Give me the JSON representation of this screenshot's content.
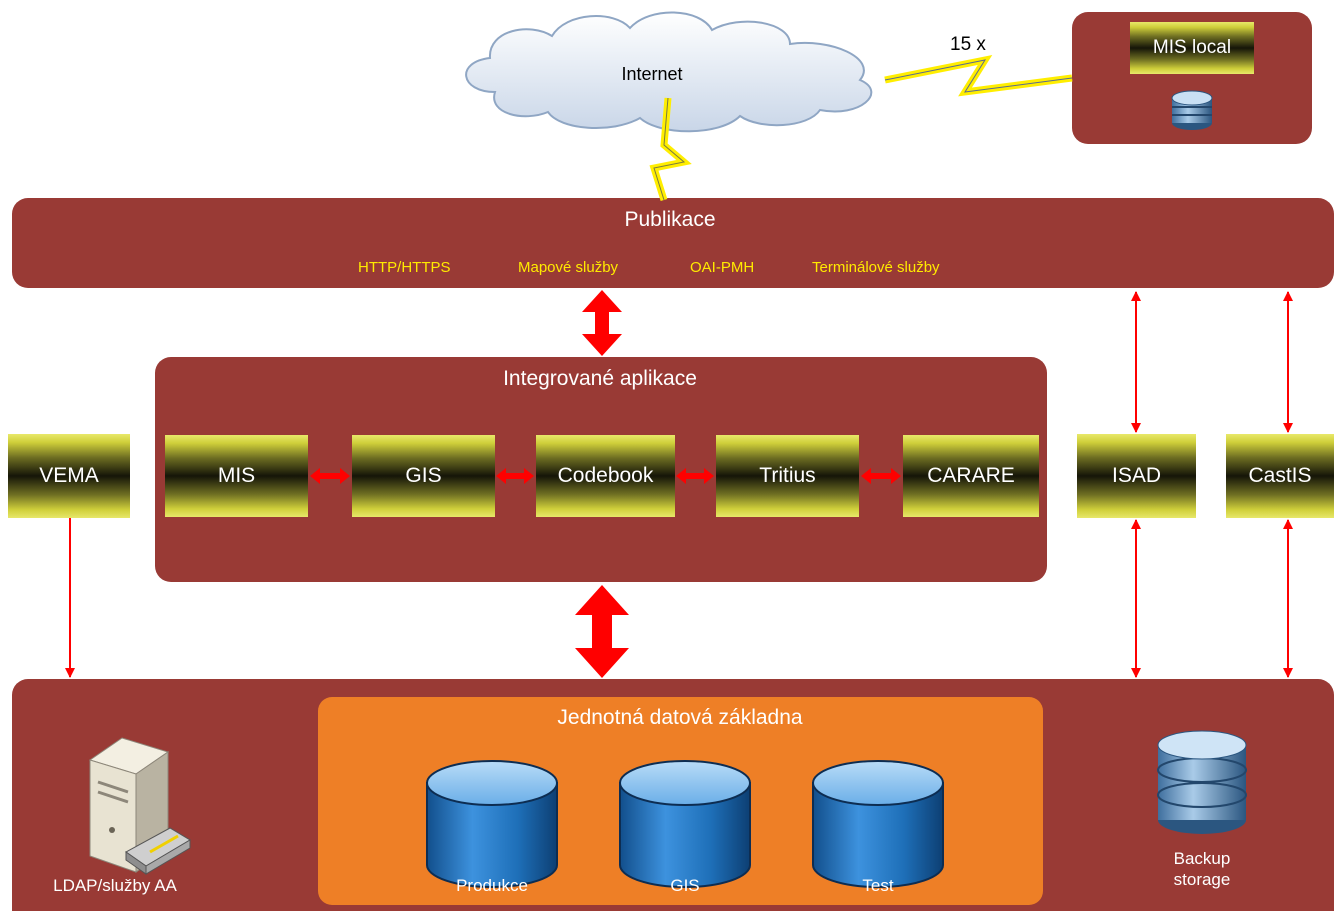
{
  "internet": {
    "label": "Internet"
  },
  "remote": {
    "multiplier": "15 x",
    "mis_local": "MIS local"
  },
  "publikace": {
    "title": "Publikace",
    "services": [
      "HTTP/HTTPS",
      "Mapové služby",
      "OAI-PMH",
      "Terminálové služby"
    ]
  },
  "integrated": {
    "title": "Integrované aplikace",
    "apps": [
      "MIS",
      "GIS",
      "Codebook",
      "Tritius",
      "CARARE"
    ]
  },
  "external": {
    "vema": "VEMA",
    "isad": "ISAD",
    "castis": "CastIS"
  },
  "bottom": {
    "ldap_label": "LDAP/služby AA",
    "backup_label": "Backup\nstorage",
    "database": {
      "title": "Jednotná datová základna",
      "dbs": [
        "Produkce",
        "GIS",
        "Test"
      ]
    }
  },
  "colors": {
    "panel": "#993a35",
    "orange": "#ee7f26",
    "yellow_text": "#ffea00",
    "arrow": "#ff0000",
    "db_blue": "#1f6fb5"
  }
}
